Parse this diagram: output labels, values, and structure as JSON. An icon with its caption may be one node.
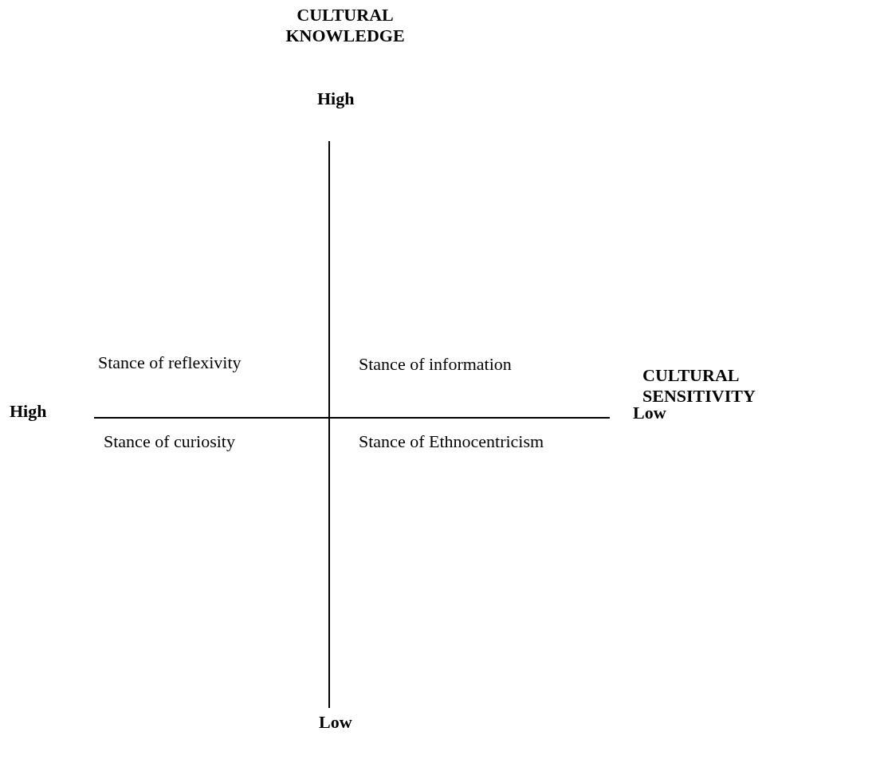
{
  "diagram": {
    "labels": [
      "CULTURAL KNOWLEDGE",
      "High",
      "Stance of reflexivity",
      "Stance of information",
      "High",
      "Low",
      "CULTURAL SENSITIVITY",
      "Stance of curiosity",
      "Stance of Ethnocentricism",
      "Low"
    ]
  }
}
